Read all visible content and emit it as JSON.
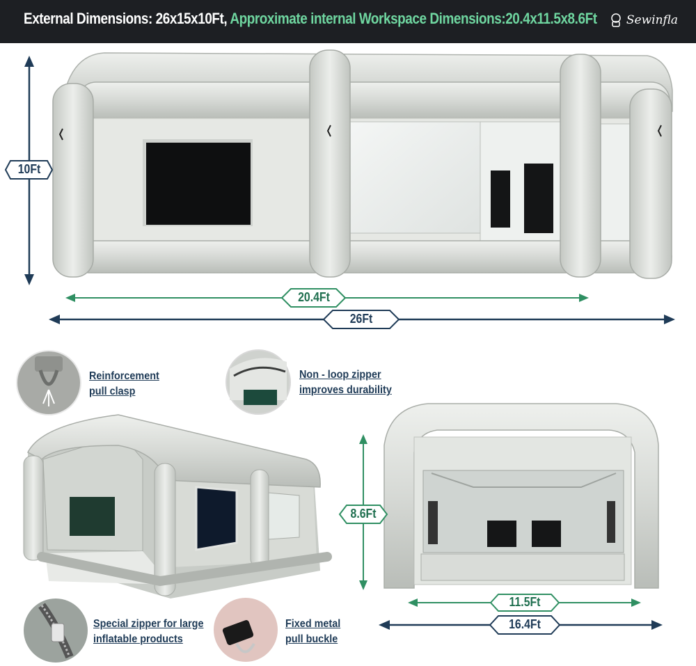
{
  "banner": {
    "external": "External Dimensions: 26x15x10Ft,",
    "internal": "Approximate internal Workspace Dimensions:20.4x11.5x8.6Ft",
    "brand": "Sewinfla"
  },
  "dimensions": {
    "height_main": "10Ft",
    "inner_length": "20.4Ft",
    "outer_length": "26Ft",
    "inner_height": "8.6Ft",
    "inner_width": "11.5Ft",
    "outer_width": "16.4Ft"
  },
  "features": [
    {
      "line1": "Reinforcement",
      "line2": "pull clasp"
    },
    {
      "line1": "Non - loop zipper",
      "line2": "improves durability"
    },
    {
      "line1": "Special zipper for large",
      "line2": "inflatable products"
    },
    {
      "line1": "Fixed metal",
      "line2": "pull buckle"
    }
  ],
  "colors": {
    "tent": "#d9dcd8",
    "navy": "#1f3b57",
    "green": "#2f8f62",
    "banner": "#1d1f23"
  }
}
